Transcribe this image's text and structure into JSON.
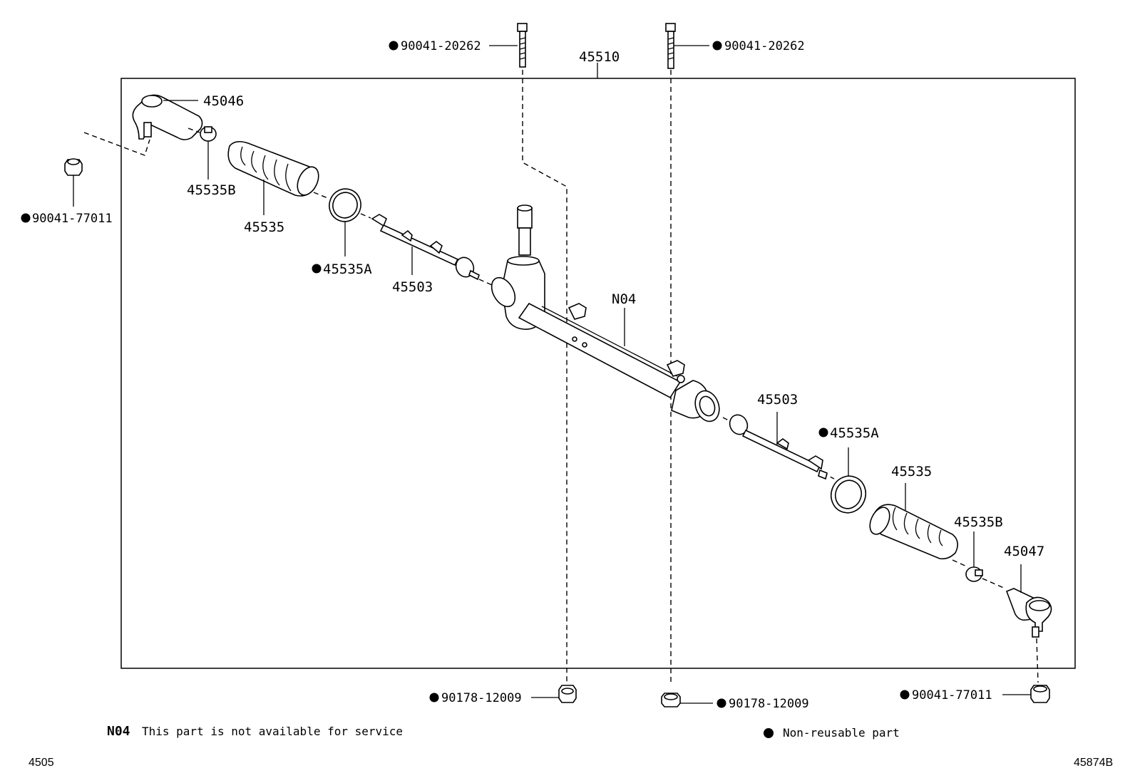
{
  "assembly": {
    "number": "45510",
    "title_code": "45510"
  },
  "labels": {
    "tie_rod_end_lh": "45046",
    "tie_rod_end_rh": "45047",
    "clamp_b_lh": "45535B",
    "clamp_b_rh": "45535B",
    "boot_lh": "45535",
    "boot_rh": "45535",
    "clamp_a_lh": "45535A",
    "clamp_a_rh": "45535A",
    "rack_end_lh": "45503",
    "rack_end_rh": "45503",
    "gear_housing": "N04",
    "bolt_left": "90041-20262",
    "bolt_right": "90041-20262",
    "nut_tie_rod_lh": "90041-77011",
    "nut_tie_rod_rh": "90041-77011",
    "nut_bottom_left": "90178-12009",
    "nut_bottom_right": "90178-12009"
  },
  "notes": {
    "n04_code": "N04",
    "n04_text": "This part is not available for service",
    "nonreusable_text": "Non-reusable part"
  },
  "footer": {
    "left_code": "4505",
    "right_code": "45874B"
  },
  "colors": {
    "ink": "#000000",
    "paper": "#ffffff"
  }
}
